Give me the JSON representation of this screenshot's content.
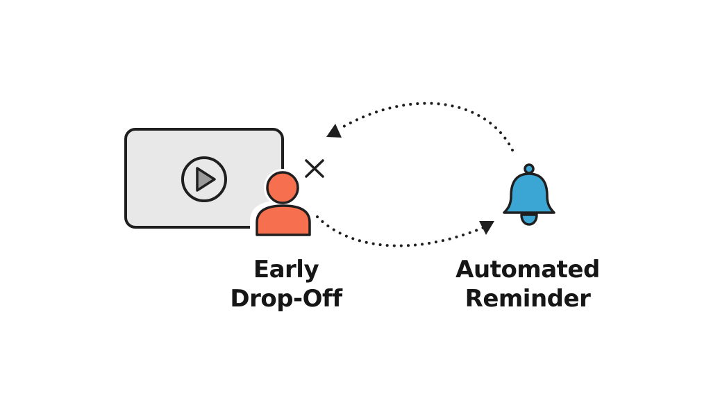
{
  "diagram": {
    "left_node": {
      "label_line1": "Early",
      "label_line2": "Drop-Off",
      "icons": [
        "video-screen-icon",
        "play-icon",
        "person-icon",
        "close-icon"
      ]
    },
    "right_node": {
      "label_line1": "Automated",
      "label_line2": "Reminder",
      "icons": [
        "bell-icon"
      ]
    },
    "colors": {
      "outline": "#1f1f1f",
      "screen_fill": "#e8e8e8",
      "person": "#f6704f",
      "bell": "#3ba6d3",
      "text": "#161616"
    }
  }
}
